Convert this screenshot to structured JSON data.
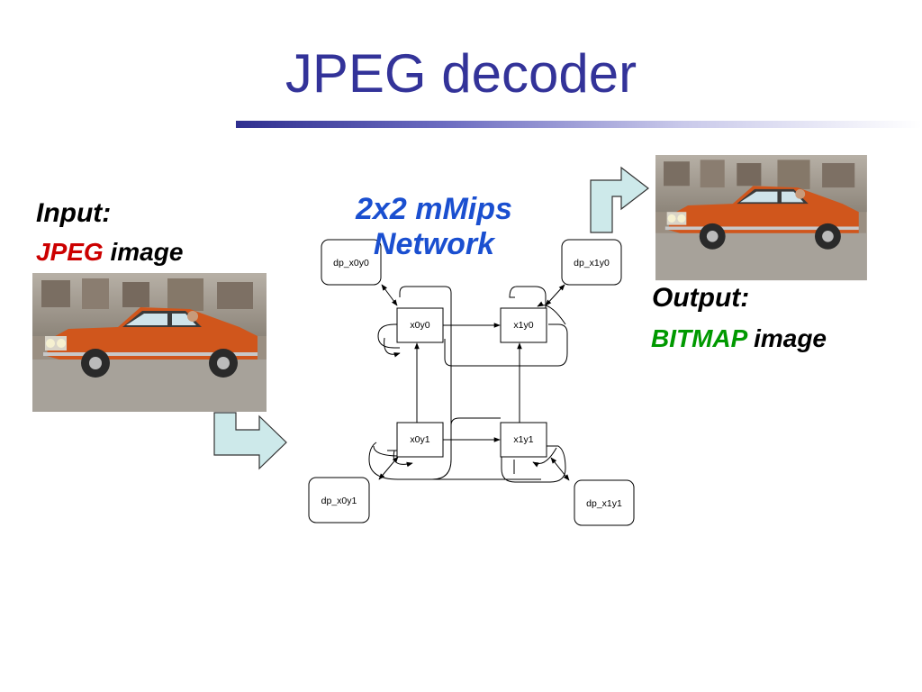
{
  "title": "JPEG decoder",
  "input": {
    "label": "Input:",
    "format": "JPEG",
    "suffix": " image"
  },
  "output": {
    "label": "Output:",
    "format": "BITMAP",
    "suffix": " image"
  },
  "network": {
    "title_line1": "2x2 mMips",
    "title_line2": "Network"
  },
  "nodes": {
    "x0y0": "x0y0",
    "x1y0": "x1y0",
    "x0y1": "x0y1",
    "x1y1": "x1y1"
  },
  "dps": {
    "dp_x0y0": "dp_x0y0",
    "dp_x1y0": "dp_x1y0",
    "dp_x0y1": "dp_x0y1",
    "dp_x1y1": "dp_x1y1"
  },
  "colors": {
    "title": "#333399",
    "network_title": "#1a4fd0",
    "jpeg": "#cc0000",
    "bitmap": "#009900",
    "arrow_fill": "#cde9ea"
  }
}
